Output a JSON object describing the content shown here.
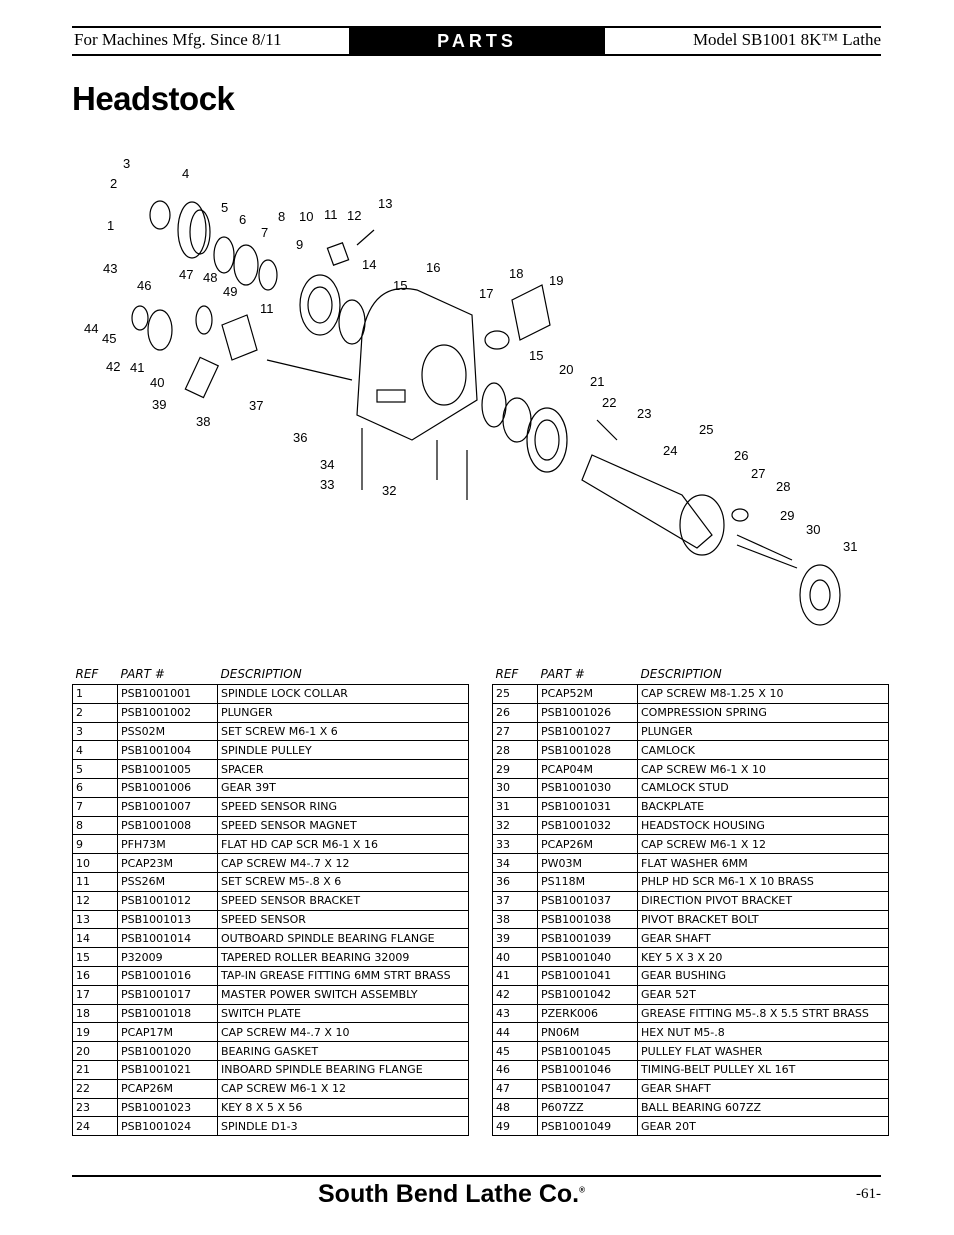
{
  "header": {
    "left": "For Machines Mfg. Since 8/11",
    "center": "PARTS",
    "right": "Model SB1001 8K™ Lathe"
  },
  "title": "Headstock",
  "diagram": {
    "callouts": [
      "1",
      "2",
      "3",
      "4",
      "5",
      "6",
      "7",
      "8",
      "9",
      "10",
      "11",
      "12",
      "13",
      "14",
      "15",
      "16",
      "17",
      "18",
      "19",
      "20",
      "21",
      "22",
      "23",
      "24",
      "25",
      "26",
      "27",
      "28",
      "29",
      "30",
      "31",
      "32",
      "33",
      "34",
      "36",
      "37",
      "38",
      "39",
      "40",
      "41",
      "42",
      "43",
      "44",
      "45",
      "46",
      "47",
      "48",
      "49",
      "11",
      "15"
    ]
  },
  "table": {
    "headers": {
      "ref": "REF",
      "part": "PART #",
      "desc": "DESCRIPTION"
    },
    "left": [
      [
        "1",
        "PSB1001001",
        "SPINDLE LOCK COLLAR"
      ],
      [
        "2",
        "PSB1001002",
        "PLUNGER"
      ],
      [
        "3",
        "PSS02M",
        "SET SCREW M6-1 X 6"
      ],
      [
        "4",
        "PSB1001004",
        "SPINDLE PULLEY"
      ],
      [
        "5",
        "PSB1001005",
        "SPACER"
      ],
      [
        "6",
        "PSB1001006",
        "GEAR 39T"
      ],
      [
        "7",
        "PSB1001007",
        "SPEED SENSOR RING"
      ],
      [
        "8",
        "PSB1001008",
        "SPEED SENSOR MAGNET"
      ],
      [
        "9",
        "PFH73M",
        "FLAT HD CAP SCR M6-1 X 16"
      ],
      [
        "10",
        "PCAP23M",
        "CAP SCREW M4-.7 X 12"
      ],
      [
        "11",
        "PSS26M",
        "SET SCREW M5-.8 X 6"
      ],
      [
        "12",
        "PSB1001012",
        "SPEED SENSOR BRACKET"
      ],
      [
        "13",
        "PSB1001013",
        "SPEED SENSOR"
      ],
      [
        "14",
        "PSB1001014",
        "OUTBOARD SPINDLE BEARING FLANGE"
      ],
      [
        "15",
        "P32009",
        "TAPERED ROLLER BEARING 32009"
      ],
      [
        "16",
        "PSB1001016",
        "TAP-IN GREASE FITTING 6MM STRT BRASS"
      ],
      [
        "17",
        "PSB1001017",
        "MASTER POWER SWITCH ASSEMBLY"
      ],
      [
        "18",
        "PSB1001018",
        "SWITCH PLATE"
      ],
      [
        "19",
        "PCAP17M",
        "CAP SCREW M4-.7 X 10"
      ],
      [
        "20",
        "PSB1001020",
        "BEARING GASKET"
      ],
      [
        "21",
        "PSB1001021",
        "INBOARD SPINDLE BEARING FLANGE"
      ],
      [
        "22",
        "PCAP26M",
        "CAP SCREW M6-1 X 12"
      ],
      [
        "23",
        "PSB1001023",
        "KEY 8 X 5 X 56"
      ],
      [
        "24",
        "PSB1001024",
        "SPINDLE D1-3"
      ]
    ],
    "right": [
      [
        "25",
        "PCAP52M",
        "CAP SCREW M8-1.25 X 10"
      ],
      [
        "26",
        "PSB1001026",
        "COMPRESSION SPRING"
      ],
      [
        "27",
        "PSB1001027",
        "PLUNGER"
      ],
      [
        "28",
        "PSB1001028",
        "CAMLOCK"
      ],
      [
        "29",
        "PCAP04M",
        "CAP SCREW M6-1 X 10"
      ],
      [
        "30",
        "PSB1001030",
        "CAMLOCK STUD"
      ],
      [
        "31",
        "PSB1001031",
        "BACKPLATE"
      ],
      [
        "32",
        "PSB1001032",
        "HEADSTOCK HOUSING"
      ],
      [
        "33",
        "PCAP26M",
        "CAP SCREW M6-1 X 12"
      ],
      [
        "34",
        "PW03M",
        "FLAT WASHER 6MM"
      ],
      [
        "36",
        "PS118M",
        "PHLP HD SCR M6-1 X 10 BRASS"
      ],
      [
        "37",
        "PSB1001037",
        "DIRECTION PIVOT BRACKET"
      ],
      [
        "38",
        "PSB1001038",
        "PIVOT BRACKET BOLT"
      ],
      [
        "39",
        "PSB1001039",
        "GEAR SHAFT"
      ],
      [
        "40",
        "PSB1001040",
        "KEY 5 X 3 X 20"
      ],
      [
        "41",
        "PSB1001041",
        "GEAR BUSHING"
      ],
      [
        "42",
        "PSB1001042",
        "GEAR 52T"
      ],
      [
        "43",
        "PZERK006",
        "GREASE FITTING M5-.8 X 5.5 STRT BRASS"
      ],
      [
        "44",
        "PN06M",
        "HEX NUT M5-.8"
      ],
      [
        "45",
        "PSB1001045",
        "PULLEY FLAT WASHER"
      ],
      [
        "46",
        "PSB1001046",
        "TIMING-BELT PULLEY XL 16T"
      ],
      [
        "47",
        "PSB1001047",
        "GEAR SHAFT"
      ],
      [
        "48",
        "P607ZZ",
        "BALL BEARING 607ZZ"
      ],
      [
        "49",
        "PSB1001049",
        "GEAR 20T"
      ]
    ]
  },
  "footer": {
    "brand": "South Bend Lathe Co.",
    "brand_mark": "®",
    "page": "-61-"
  }
}
